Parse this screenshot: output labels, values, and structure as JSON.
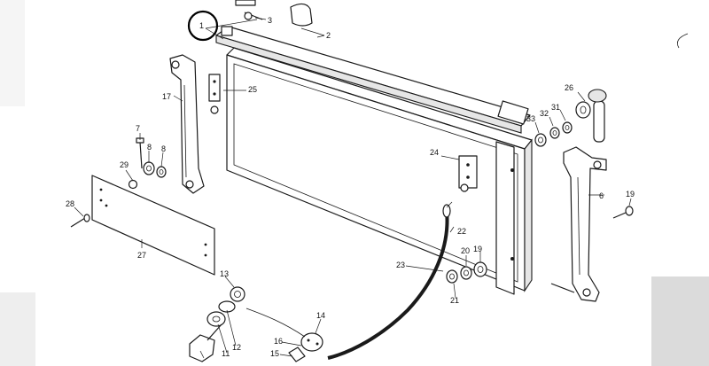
{
  "labels": [
    {
      "id": "p1",
      "text": "1"
    },
    {
      "id": "p2",
      "text": "2"
    },
    {
      "id": "p3",
      "text": "3"
    },
    {
      "id": "p6",
      "text": "6"
    },
    {
      "id": "p7",
      "text": "7"
    },
    {
      "id": "p8a",
      "text": "8"
    },
    {
      "id": "p8b",
      "text": "8"
    },
    {
      "id": "p11",
      "text": "11"
    },
    {
      "id": "p12",
      "text": "12"
    },
    {
      "id": "p13",
      "text": "13"
    },
    {
      "id": "p14",
      "text": "14"
    },
    {
      "id": "p15",
      "text": "15"
    },
    {
      "id": "p16",
      "text": "16"
    },
    {
      "id": "p17",
      "text": "17"
    },
    {
      "id": "p19a",
      "text": "19"
    },
    {
      "id": "p19b",
      "text": "19"
    },
    {
      "id": "p20",
      "text": "20"
    },
    {
      "id": "p21",
      "text": "21"
    },
    {
      "id": "p22",
      "text": "22"
    },
    {
      "id": "p23",
      "text": "23"
    },
    {
      "id": "p24",
      "text": "24"
    },
    {
      "id": "p25",
      "text": "25"
    },
    {
      "id": "p26",
      "text": "26"
    },
    {
      "id": "p27",
      "text": "27"
    },
    {
      "id": "p28",
      "text": "28"
    },
    {
      "id": "p29",
      "text": "29"
    },
    {
      "id": "p31",
      "text": "31"
    },
    {
      "id": "p32",
      "text": "32"
    },
    {
      "id": "p33",
      "text": "33"
    }
  ],
  "highlighted_part": "1"
}
